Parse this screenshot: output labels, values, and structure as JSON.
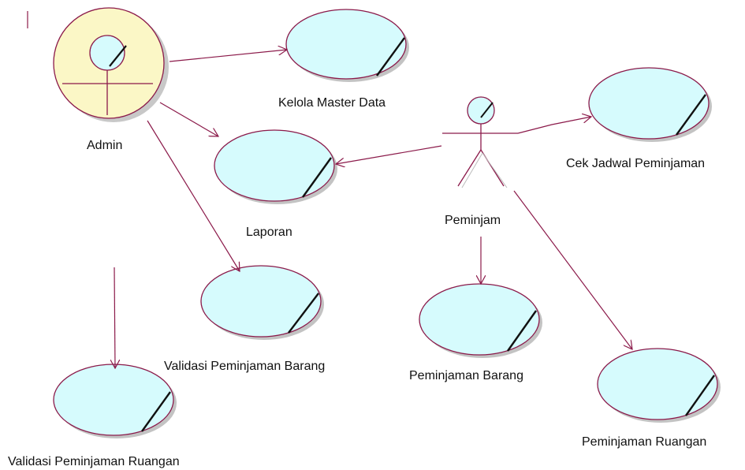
{
  "actors": {
    "admin": {
      "label": "Admin"
    },
    "peminjam": {
      "label": "Peminjam"
    }
  },
  "use_cases": {
    "kelola_master_data": {
      "label": "Kelola Master Data"
    },
    "laporan": {
      "label": "Laporan"
    },
    "validasi_peminjaman_barang": {
      "label": "Validasi Peminjaman Barang"
    },
    "validasi_peminjaman_ruangan": {
      "label": "Validasi Peminjaman Ruangan"
    },
    "cek_jadwal_peminjaman": {
      "label": "Cek Jadwal Peminjaman"
    },
    "peminjaman_barang": {
      "label": "Peminjaman Barang"
    },
    "peminjaman_ruangan": {
      "label": "Peminjaman Ruangan"
    }
  },
  "colors": {
    "line": "#8b1a4a",
    "usecase_fill": "#d6fbfd",
    "admin_fill": "#fbf7c6",
    "shadow": "#9b9b9b"
  }
}
